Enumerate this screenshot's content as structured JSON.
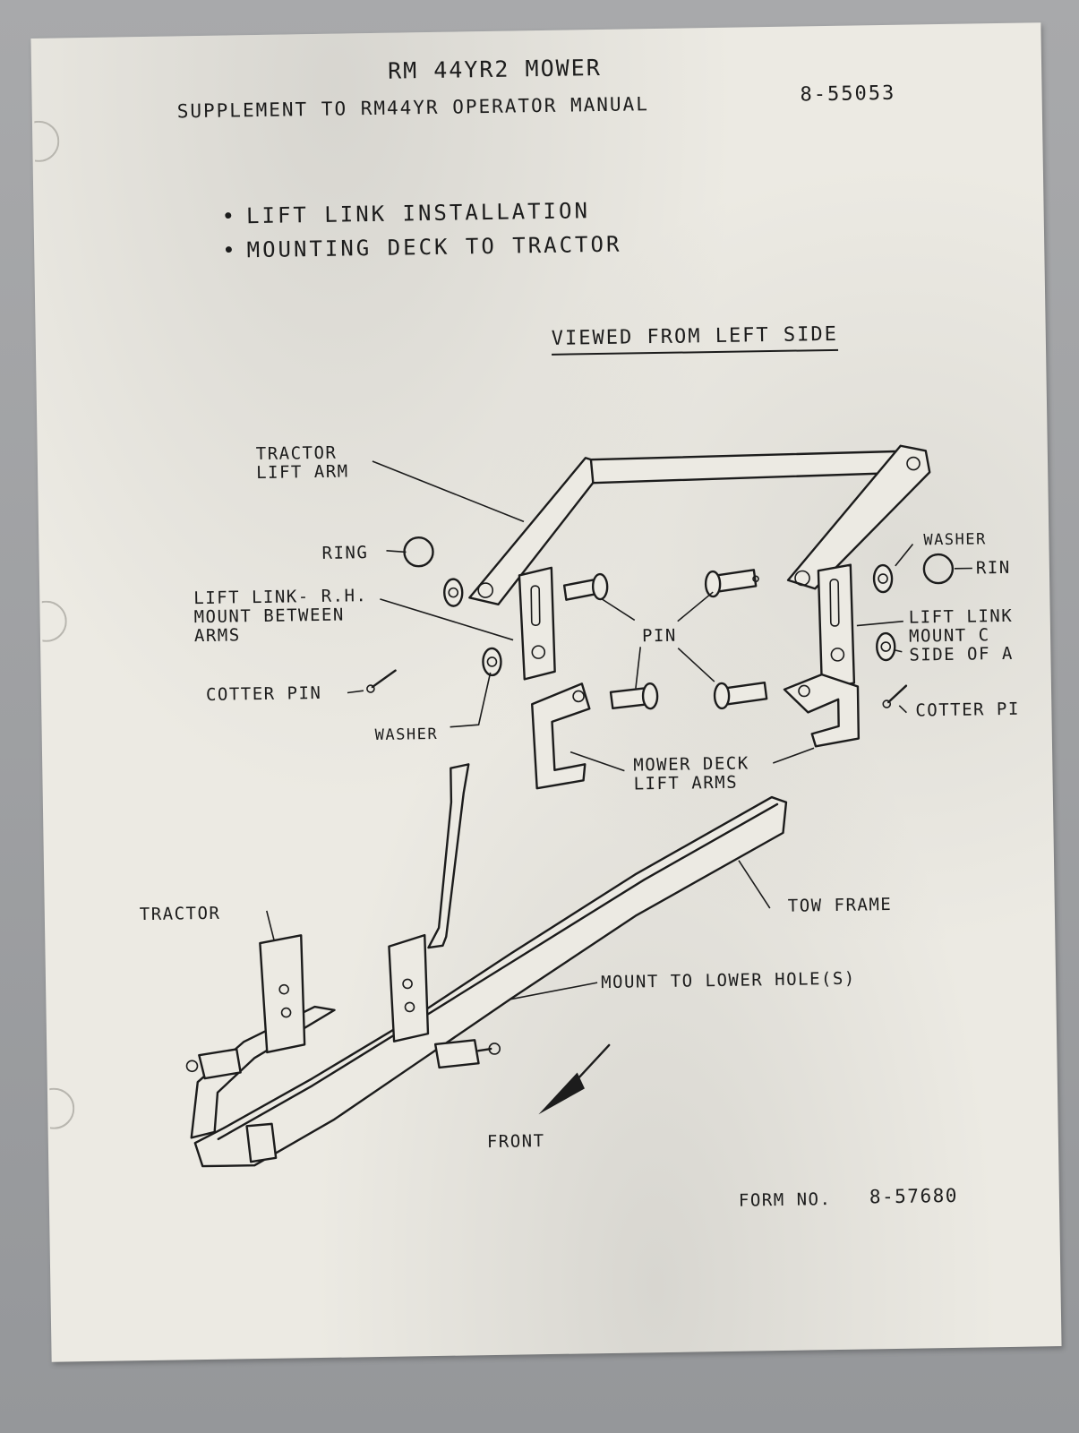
{
  "header": {
    "title": "RM 44YR2   MOWER",
    "subtitle": "SUPPLEMENT TO RM44YR  OPERATOR MANUAL",
    "manual_number": "8-55053"
  },
  "topics": [
    "LIFT LINK INSTALLATION",
    "MOUNTING DECK TO TRACTOR"
  ],
  "view_heading": "VIEWED FROM LEFT SIDE",
  "labels": {
    "tractor_lift_arm": "TRACTOR\nLIFT ARM",
    "ring_left": "RING",
    "lift_link_rh": "LIFT LINK- R.H.\nMOUNT BETWEEN\nARMS",
    "cotter_pin_left": "COTTER PIN",
    "washer_left": "WASHER",
    "pin": "PIN",
    "washer_right": "WASHER",
    "ring_right": "RIN",
    "lift_link_lh": "LIFT LINK\nMOUNT C\nSIDE OF A",
    "cotter_pin_right": "COTTER PI",
    "mower_deck_lift_arms": "MOWER DECK\nLIFT ARMS",
    "tow_frame": "TOW FRAME",
    "tractor": "TRACTOR",
    "mount_lower_holes": "MOUNT TO LOWER HOLE(S)",
    "front": "FRONT"
  },
  "footer": {
    "form_label": "FORM NO.",
    "form_number": "8-57680"
  },
  "colors": {
    "paper": "#eceae3",
    "ink": "#1c1c1c",
    "background": "#9fa0a2"
  }
}
